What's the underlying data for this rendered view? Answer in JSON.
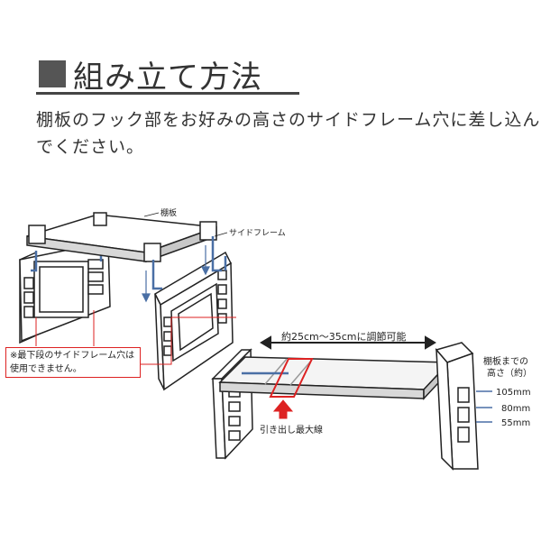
{
  "heading": {
    "mark": "■",
    "text": "組み立て方法"
  },
  "description": "棚板のフック部をお好みの高さのサイドフレーム穴に差し込んでください。",
  "diagram_left": {
    "shelf_label": "棚板",
    "side_frame_label": "サイドフレーム",
    "note_line1": "※最下段のサイドフレーム穴は",
    "note_line2": "使用できません。"
  },
  "diagram_right": {
    "adjust_label": "約25cm～35cmに調節可能",
    "pull_label": "引き出し最大線",
    "height_title_line1": "棚板までの",
    "height_title_line2": "高さ（約）",
    "heights": [
      "105mm",
      "80mm",
      "55mm"
    ]
  },
  "colors": {
    "accent_red": "#d22",
    "hook_blue": "#4a6fa5",
    "line_dark": "#222"
  }
}
